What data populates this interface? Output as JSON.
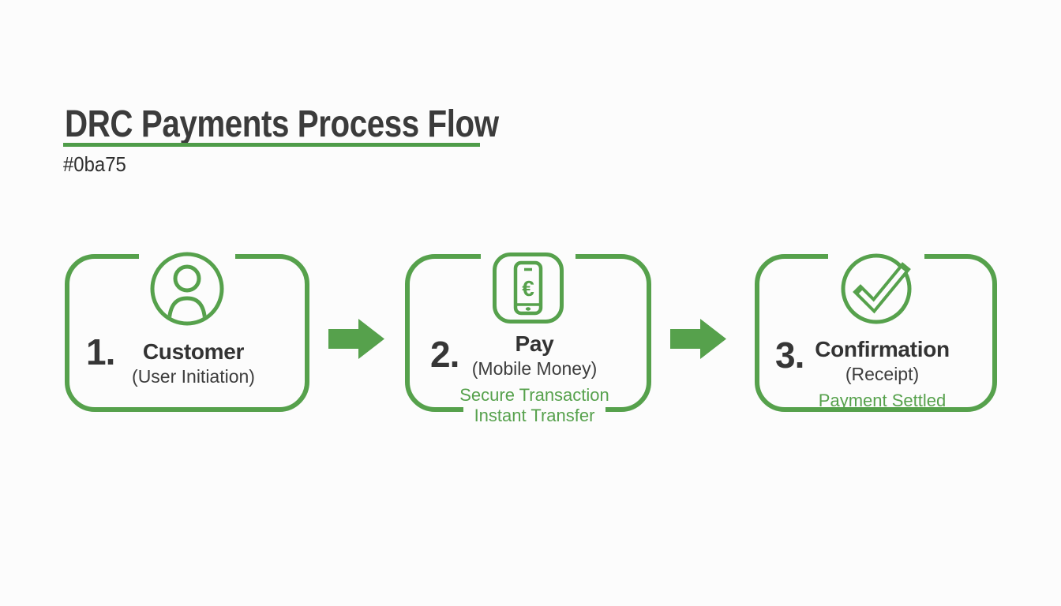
{
  "title": "DRC Payments Process Flow",
  "subtitle": "#0ba75",
  "colors": {
    "green": "#56a14c",
    "underline_green": "#4f9c49",
    "dark_text": "#333333",
    "title_text": "#3b3b3b",
    "background": "#fcfcfc"
  },
  "steps": [
    {
      "number": "1.",
      "label": "Customer",
      "sublabel": "(User Initiation)",
      "notes": [],
      "icon": "person-icon"
    },
    {
      "number": "2.",
      "label": "Pay",
      "sublabel": "(Mobile Money)",
      "notes": [
        "Secure Transaction",
        "Instant Transfer"
      ],
      "icon": "mobile-payment-euro-icon"
    },
    {
      "number": "3.",
      "label": "Confirmation",
      "sublabel": "(Receipt)",
      "notes": [
        "Payment Settled"
      ],
      "icon": "check-circle-icon"
    }
  ],
  "arrows": [
    "right-arrow",
    "right-arrow"
  ]
}
